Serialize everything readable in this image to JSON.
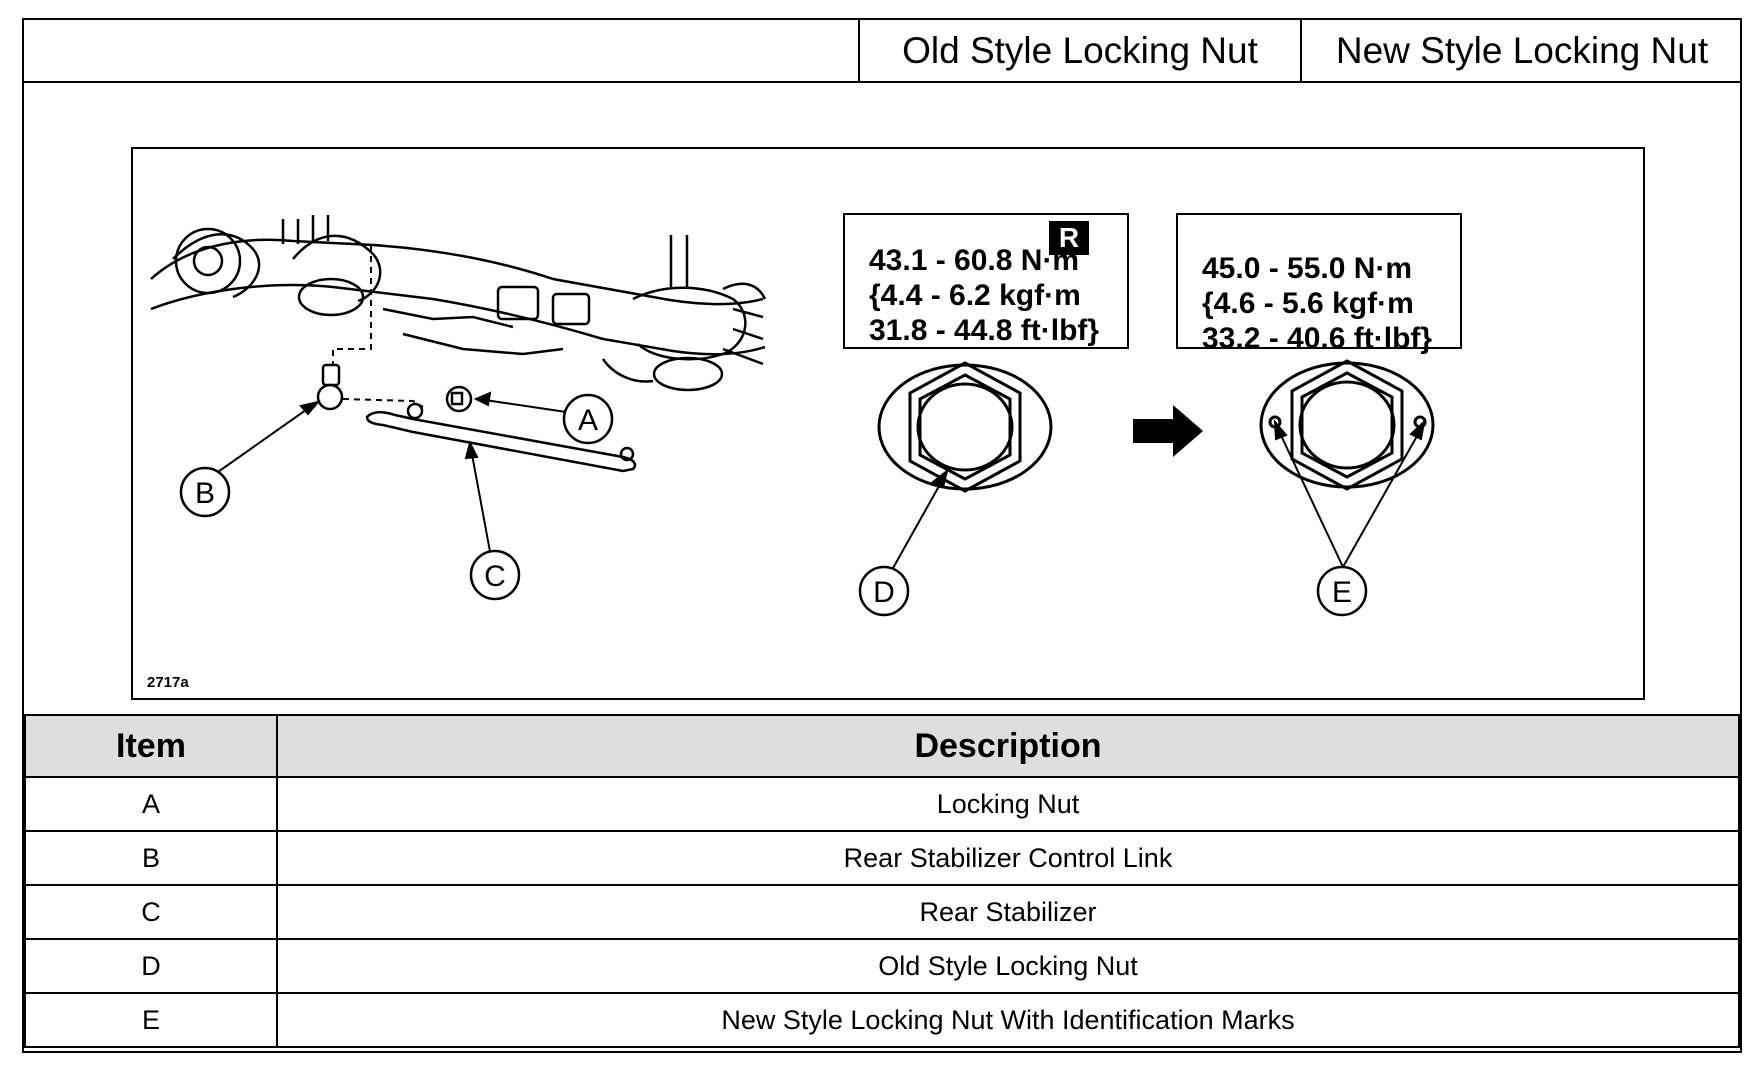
{
  "header": {
    "col_old": "Old Style Locking Nut",
    "col_new": "New Style Locking Nut"
  },
  "figure": {
    "code": "2717a",
    "spec_old": {
      "badge": "R",
      "line1": "43.1 - 60.8 N·m",
      "line2": "{4.4 - 6.2 kgf·m",
      "line3": "31.8 - 44.8 ft·lbf}"
    },
    "spec_new": {
      "line1": "45.0 - 55.0 N·m",
      "line2": "{4.6 - 5.6 kgf·m",
      "line3": "33.2 - 40.6 ft·lbf}"
    },
    "callouts": [
      "A",
      "B",
      "C",
      "D",
      "E"
    ]
  },
  "table": {
    "headers": [
      "Item",
      "Description"
    ],
    "rows": [
      {
        "item": "A",
        "description": "Locking Nut"
      },
      {
        "item": "B",
        "description": "Rear Stabilizer Control Link"
      },
      {
        "item": "C",
        "description": "Rear Stabilizer"
      },
      {
        "item": "D",
        "description": "Old Style Locking Nut"
      },
      {
        "item": "E",
        "description": "New Style Locking Nut With Identification Marks"
      }
    ]
  }
}
